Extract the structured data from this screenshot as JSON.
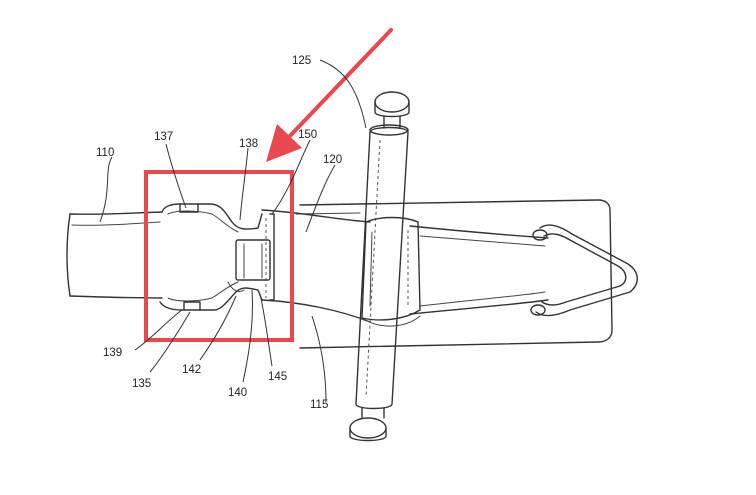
{
  "colors": {
    "highlight": "#e8484e",
    "line": "#333333",
    "background": "#ffffff"
  },
  "labels": {
    "l110": "110",
    "l137": "137",
    "l138": "138",
    "l150": "150",
    "l125": "125",
    "l120": "120",
    "l139": "139",
    "l135": "135",
    "l142": "142",
    "l140": "140",
    "l145": "145",
    "l115": "115"
  }
}
